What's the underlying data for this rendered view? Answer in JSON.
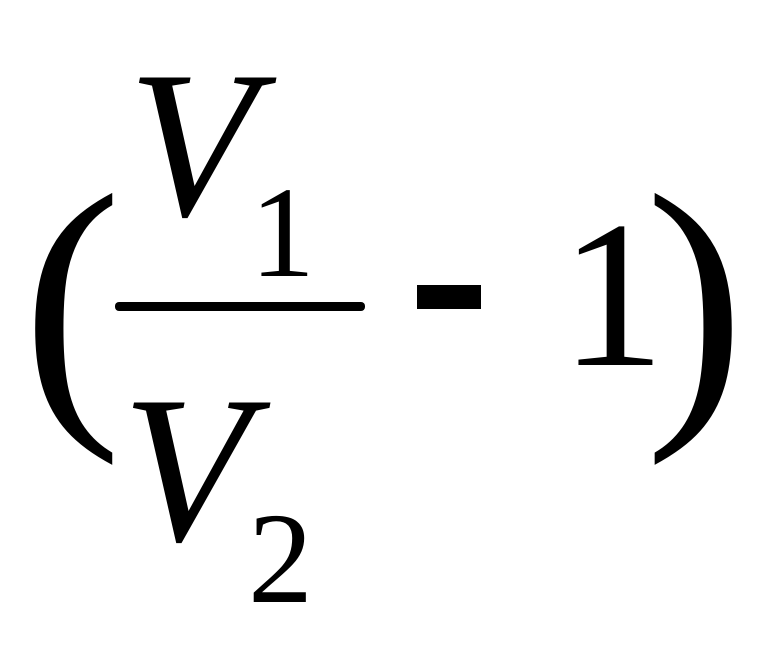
{
  "formula": {
    "open_paren": "(",
    "numerator": {
      "variable": "V",
      "subscript": "1"
    },
    "denominator": {
      "variable": "V",
      "subscript": "2"
    },
    "operator": "-",
    "constant": "1",
    "close_paren": ")"
  }
}
